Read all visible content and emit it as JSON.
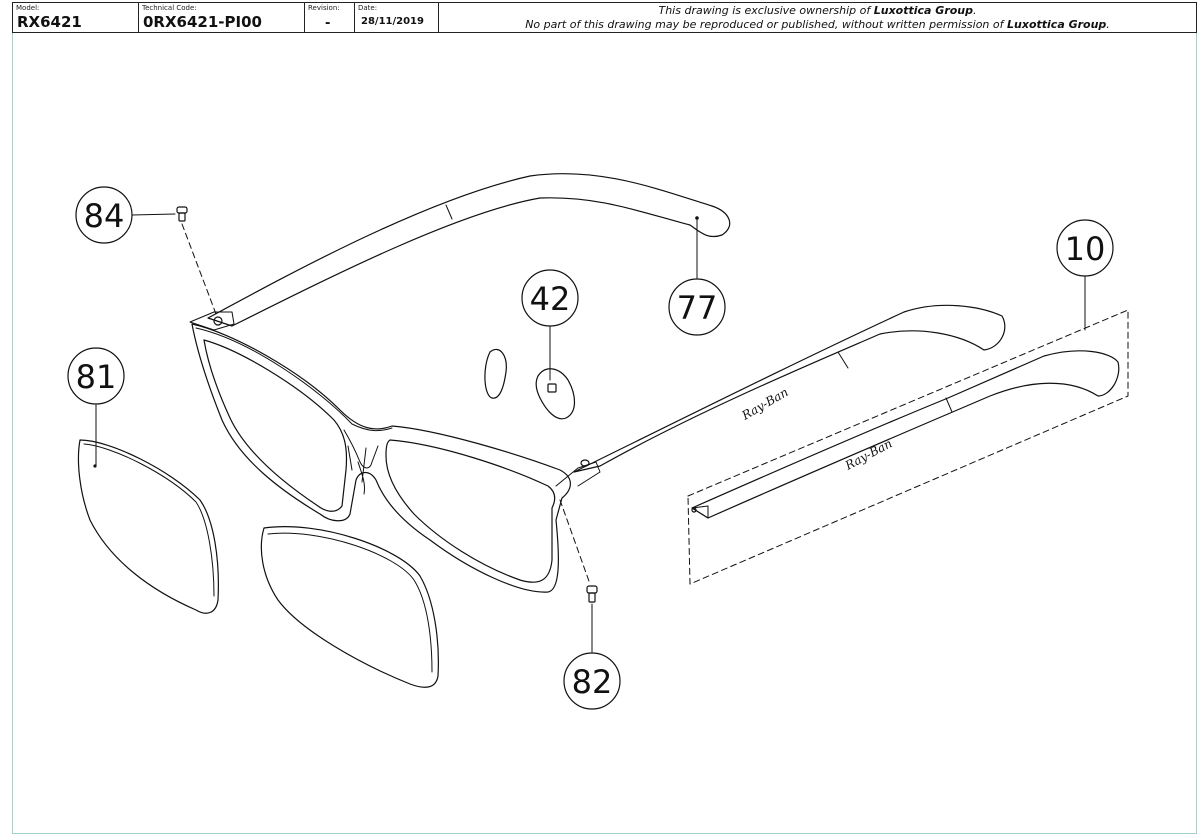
{
  "title_block": {
    "model_label": "Model:",
    "model_value": "RX6421",
    "technical_code_label": "Technical Code:",
    "technical_code_value": "0RX6421-PI00",
    "revision_label": "Revision:",
    "revision_value": "-",
    "date_label": "Date:",
    "date_value": "28/11/2019",
    "notice_line1_prefix": "This drawing is exclusive ownership of ",
    "notice_line1_owner": "Luxottica Group",
    "notice_line1_suffix": ".",
    "notice_line2_prefix": "No part of this drawing may be reproduced or published, without written permission of ",
    "notice_line2_owner": "Luxottica Group",
    "notice_line2_suffix": "."
  },
  "callouts": {
    "c84": "84",
    "c81": "81",
    "c42": "42",
    "c77": "77",
    "c10": "10",
    "c82": "82"
  },
  "colors": {
    "line": "#111111",
    "sheet_border": "#9fd3d0"
  }
}
